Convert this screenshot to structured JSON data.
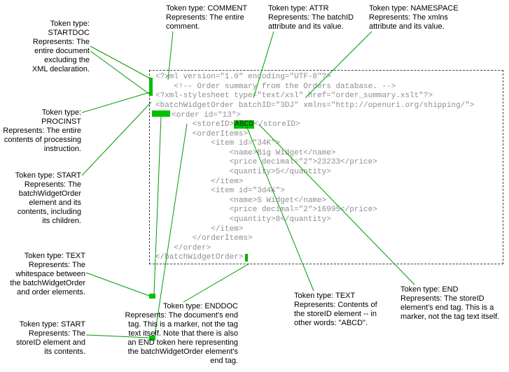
{
  "colors": {
    "marker_green": "#00c000",
    "line_green": "#009900",
    "code_gray": "#8e8e8e",
    "label_black": "#000000"
  },
  "callouts": {
    "startdoc": "Token type:\nSTARTDOC\nRepresents: The\nentire document\nexcluding the\nXML declaration.",
    "procinst": "Token type: PROCINST\nRepresents: The entire\ncontents of processing\ninstruction.",
    "start_batch": "Token type: START\nRepresents: The\nbatchWidgetOrder\nelement and its\ncontents, including\nits children.",
    "text_whitespace": "Token type: TEXT\nRepresents: The\nwhitespace between\nthe batchWidgetOrder\nand order elements.",
    "start_storeid": "Token type: START\nRepresents: The\nstoreID element and\nits contents.",
    "comment": "Token type: COMMENT\nRepresents: The entire\ncomment.",
    "attr": "Token type: ATTR\nRepresents: The batchID\nattribute and its value.",
    "namespace": "Token type: NAMESPACE\nRepresents: The xmlns\nattribute and its value.",
    "enddoc": "Token type: ENDDOC\nRepresents: The document's end\ntag. This is a marker, not the tag\ntext itself. Note that there is also\nan END token here representing\nthe batchWidgetOrder element's\nend tag.",
    "text_abcd": "Token type: TEXT\nRepresents: Contents of\nthe storeID element -- in\nother words: \"ABCD\".",
    "end_storeid": "Token type: END\nRepresents: The storeID\nelement's end tag. This is a\nmarker, not the tag text itself."
  },
  "code": {
    "line01": "<?xml version=\"1.0\" encoding=\"UTF-8\"?>",
    "line02": "    <!-- Order summary from the Orders database. -->",
    "line03": "<?xml-stylesheet type=\"text/xsl\" href=\"order_summary.xslt\"?>",
    "line04": "<batchWidgetOrder batchID=\"3DJ\" xmlns=\"http://openuri.org/shipping/\">",
    "line05_text": "<order id=\"13\">",
    "line06_pre": "        <storeID>",
    "line06_value": "ABCD",
    "line06_post": "</storeID>",
    "line07": "        <orderItems>",
    "line08": "            <item id=\"34K\">",
    "line09": "                <name>Big Widget</name>",
    "line10": "                <price decimal=\"2\">23233</price>",
    "line11": "                <quantity>5</quantity>",
    "line12": "            </item>",
    "line13": "            <item id=\"3d4K\">",
    "line14": "                <name>S Widget</name>",
    "line15": "                <price decimal=\"2\">16995</price>",
    "line16": "                <quantity>8</quantity>",
    "line17": "            </item>",
    "line18": "        </orderItems>",
    "line19": "    </order>",
    "line20": "</batchWidgetOrder>"
  }
}
